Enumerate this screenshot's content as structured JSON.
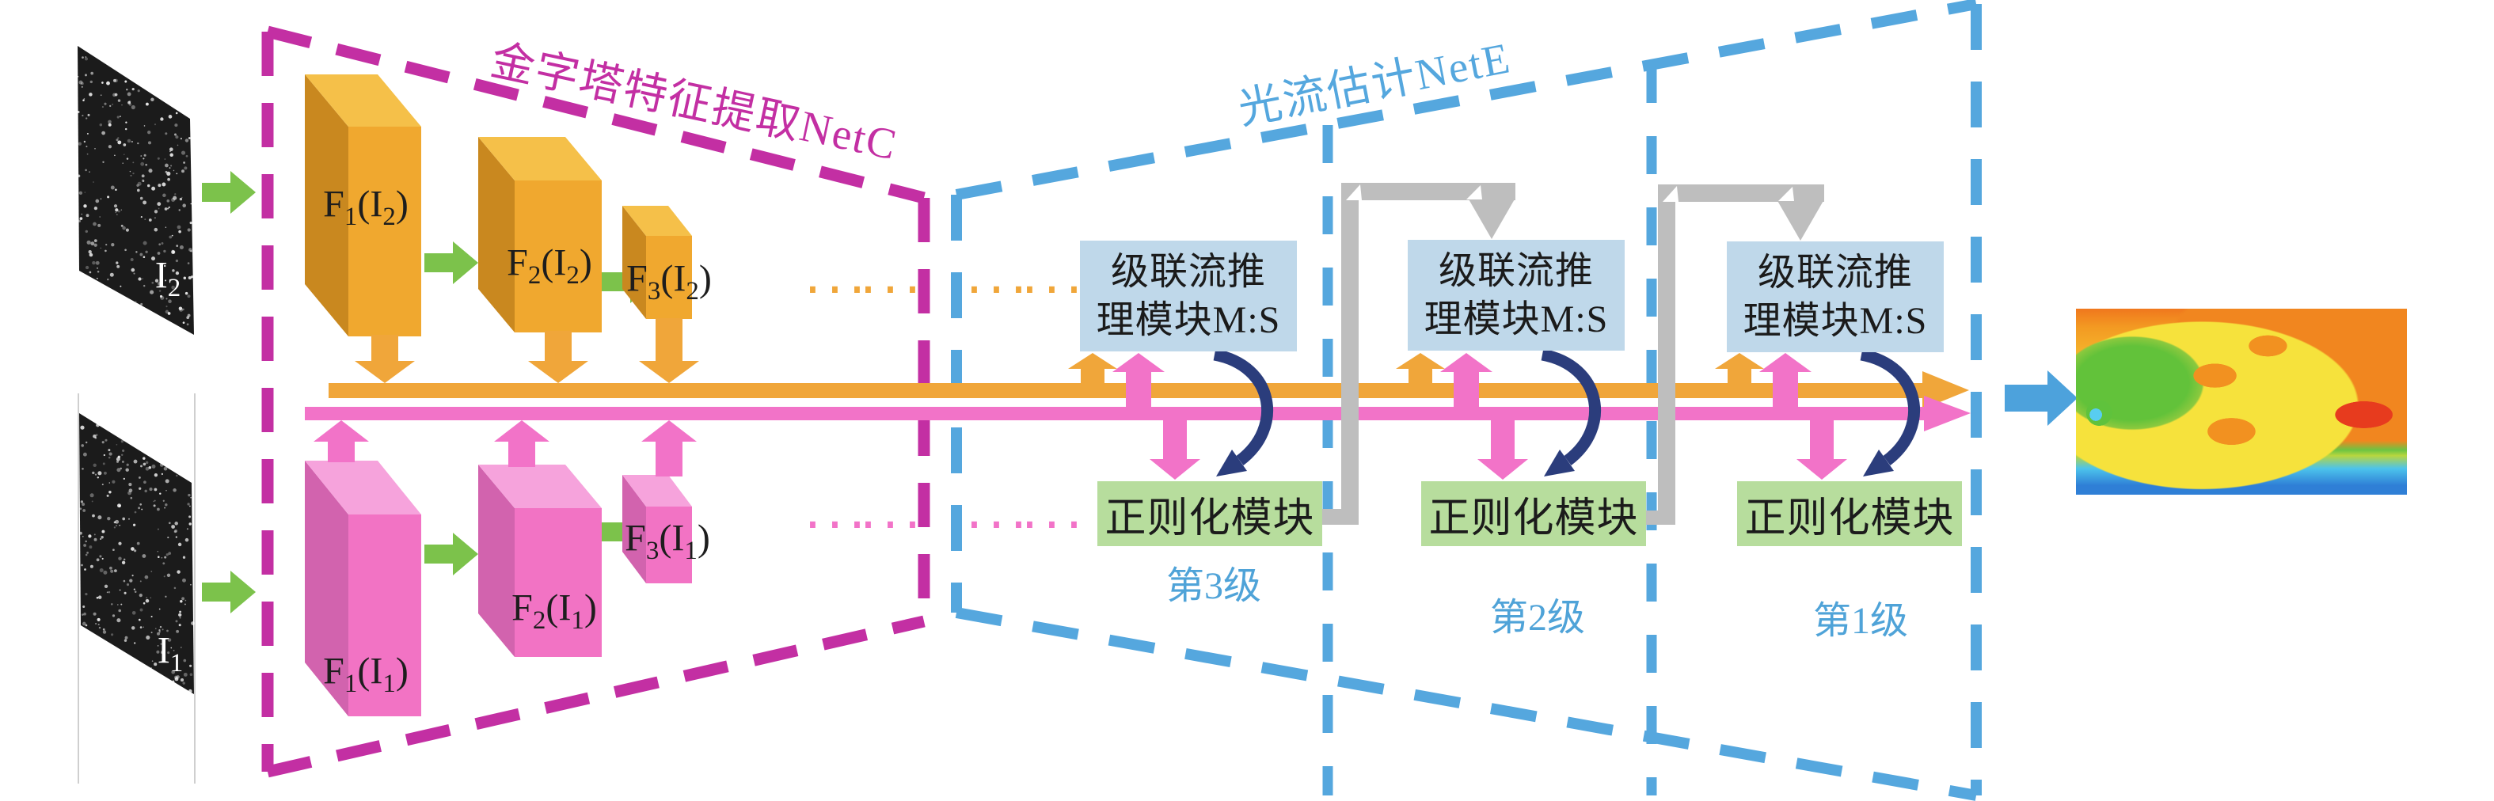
{
  "figure": {
    "netc_label": "金字塔特征提取NetC",
    "nete_label": "光流估计NetE"
  },
  "inputs": {
    "top": {
      "base": "I",
      "sub": "2"
    },
    "bottom": {
      "base": "I",
      "sub": "1"
    }
  },
  "features": {
    "top": [
      {
        "fn": "F",
        "fn_sub": "1",
        "arg": "(I",
        "arg_sub": "2",
        "close": ")"
      },
      {
        "fn": "F",
        "fn_sub": "2",
        "arg": "(I",
        "arg_sub": "2",
        "close": ")"
      },
      {
        "fn": "F",
        "fn_sub": "3",
        "arg": "(I",
        "arg_sub": "2",
        "close": ")"
      }
    ],
    "bottom": [
      {
        "fn": "F",
        "fn_sub": "1",
        "arg": "(I",
        "arg_sub": "1",
        "close": ")"
      },
      {
        "fn": "F",
        "fn_sub": "2",
        "arg": "(I",
        "arg_sub": "1",
        "close": ")"
      },
      {
        "fn": "F",
        "fn_sub": "3",
        "arg": "(I",
        "arg_sub": "1",
        "close": ")"
      }
    ]
  },
  "stages": [
    {
      "inference_line1": "级联流推",
      "inference_line2": "理模块M:S",
      "regularization": "正则化模块",
      "level_label": "第3级"
    },
    {
      "inference_line1": "级联流推",
      "inference_line2": "理模块M:S",
      "regularization": "正则化模块",
      "level_label": "第2级"
    },
    {
      "inference_line1": "级联流推",
      "inference_line2": "理模块M:S",
      "regularization": "正则化模块",
      "level_label": "第1级"
    }
  ],
  "ellipsis": {
    "orange": [
      "···",
      "···",
      "···",
      "···"
    ],
    "pink": [
      "···",
      "···",
      "···",
      "···"
    ]
  },
  "colors": {
    "netc_magenta": "#c32fa3",
    "nete_blue": "#55a7de",
    "feature_bus_orange": "#f0a63a",
    "feature_bus_pink": "#f273c8",
    "orange_box_front": "#f0a82f",
    "orange_box_side": "#c9881f",
    "orange_box_top": "#f5c049",
    "pink_box_front": "#f273c4",
    "pink_box_side": "#d263ae",
    "pink_box_top": "#f6a3dc",
    "inference_box_fill": "#bfd8ea",
    "regularization_box_fill": "#b7dd9d",
    "stage_label_blue": "#4fa3d8",
    "green_arrow": "#7cc24b",
    "feedback_gray": "#bebebe",
    "curve_navy": "#2b3d7c",
    "output_arrow_blue": "#4da2dc"
  }
}
